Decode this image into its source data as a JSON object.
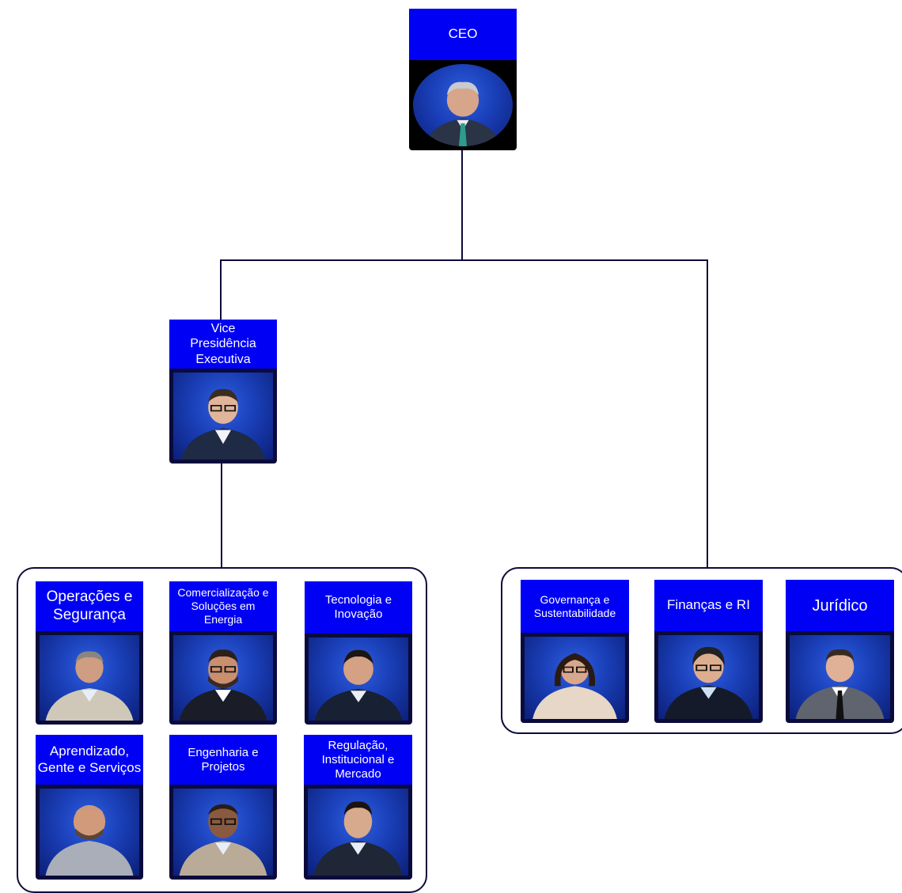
{
  "colors": {
    "title_bg": "#0000f5",
    "title_text": "#ffffff",
    "frame": "#0a0b3c",
    "connector": "#0d0c3a",
    "photo_bg": "#1a3fb8"
  },
  "ceo": {
    "title": "CEO",
    "icon": "person-portrait-icon"
  },
  "vp": {
    "title": "Vice Presidência Executiva",
    "icon": "person-portrait-icon"
  },
  "vp_reports": [
    {
      "title": "Operações e Segurança"
    },
    {
      "title": "Comercialização e Soluções em Energia"
    },
    {
      "title": "Tecnologia e Inovação"
    },
    {
      "title": "Aprendizado, Gente e Serviços"
    },
    {
      "title": "Engenharia e Projetos"
    },
    {
      "title": "Regulação, Institucional e Mercado"
    }
  ],
  "ceo_reports": [
    {
      "title": "Governança e Sustentabilidade"
    },
    {
      "title": "Finanças e RI"
    },
    {
      "title": "Jurídico"
    }
  ]
}
